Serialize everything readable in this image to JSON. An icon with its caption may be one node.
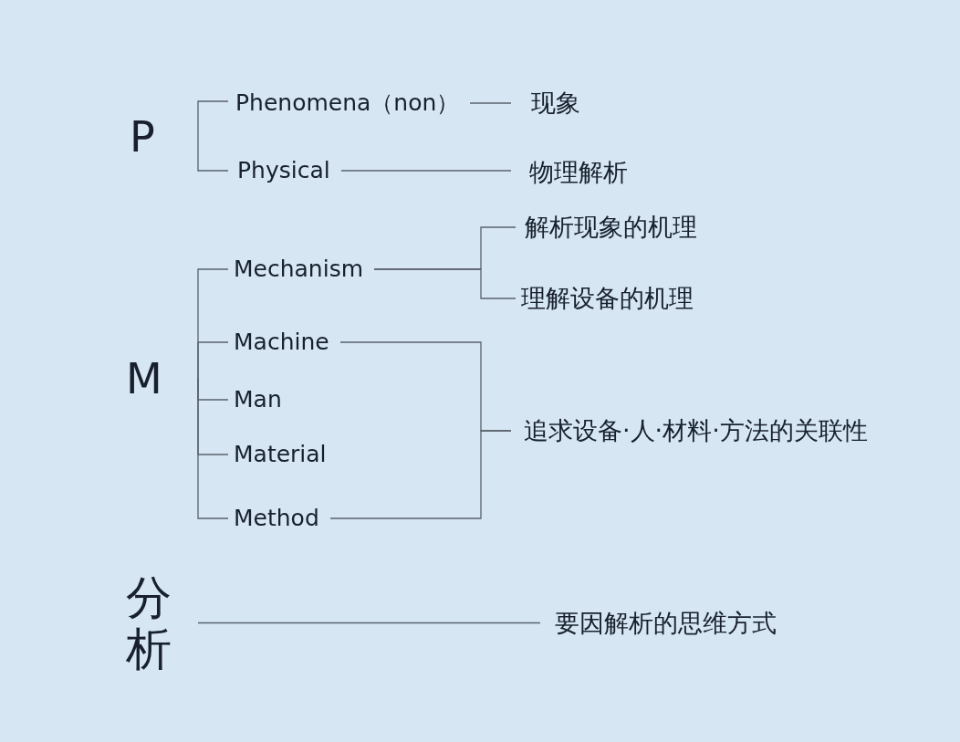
{
  "diagram": {
    "nodes": [
      {
        "text": [
          "P"
        ]
      },
      {
        "text": [
          "Phenomena（non）"
        ]
      },
      {
        "text": [
          "Physical"
        ]
      },
      {
        "text": [
          "现象"
        ]
      },
      {
        "text": [
          "物理解析"
        ]
      },
      {
        "text": [
          "M"
        ]
      },
      {
        "text": [
          "Mechanism"
        ]
      },
      {
        "text": [
          "Machine"
        ]
      },
      {
        "text": [
          "Man"
        ]
      },
      {
        "text": [
          "Material"
        ]
      },
      {
        "text": [
          "Method"
        ]
      },
      {
        "text": [
          "解析现象的机理"
        ]
      },
      {
        "text": [
          "理解设备的机理"
        ]
      },
      {
        "text": [
          "追求设备·人·材料·方法的关联性"
        ]
      },
      {
        "text": [
          "分析"
        ]
      },
      {
        "text": [
          "要因解析的思维方式"
        ]
      }
    ],
    "edges": [
      {
        "from": 0,
        "to": 1,
        "arrow": "none"
      },
      {
        "from": 0,
        "to": 2,
        "arrow": "none"
      },
      {
        "from": 1,
        "to": 3,
        "arrow": "none"
      },
      {
        "from": 2,
        "to": 4,
        "arrow": "none"
      },
      {
        "from": 5,
        "to": 6,
        "arrow": "none"
      },
      {
        "from": 5,
        "to": 7,
        "arrow": "none"
      },
      {
        "from": 5,
        "to": 8,
        "arrow": "none"
      },
      {
        "from": 5,
        "to": 9,
        "arrow": "none"
      },
      {
        "from": 5,
        "to": 10,
        "arrow": "none"
      },
      {
        "from": 6,
        "to": 11,
        "arrow": "none"
      },
      {
        "from": 6,
        "to": 12,
        "arrow": "none"
      },
      {
        "from": 7,
        "to": 13,
        "arrow": "none"
      },
      {
        "from": 10,
        "to": 13,
        "arrow": "none"
      },
      {
        "from": 14,
        "to": 15,
        "arrow": "none"
      }
    ]
  }
}
